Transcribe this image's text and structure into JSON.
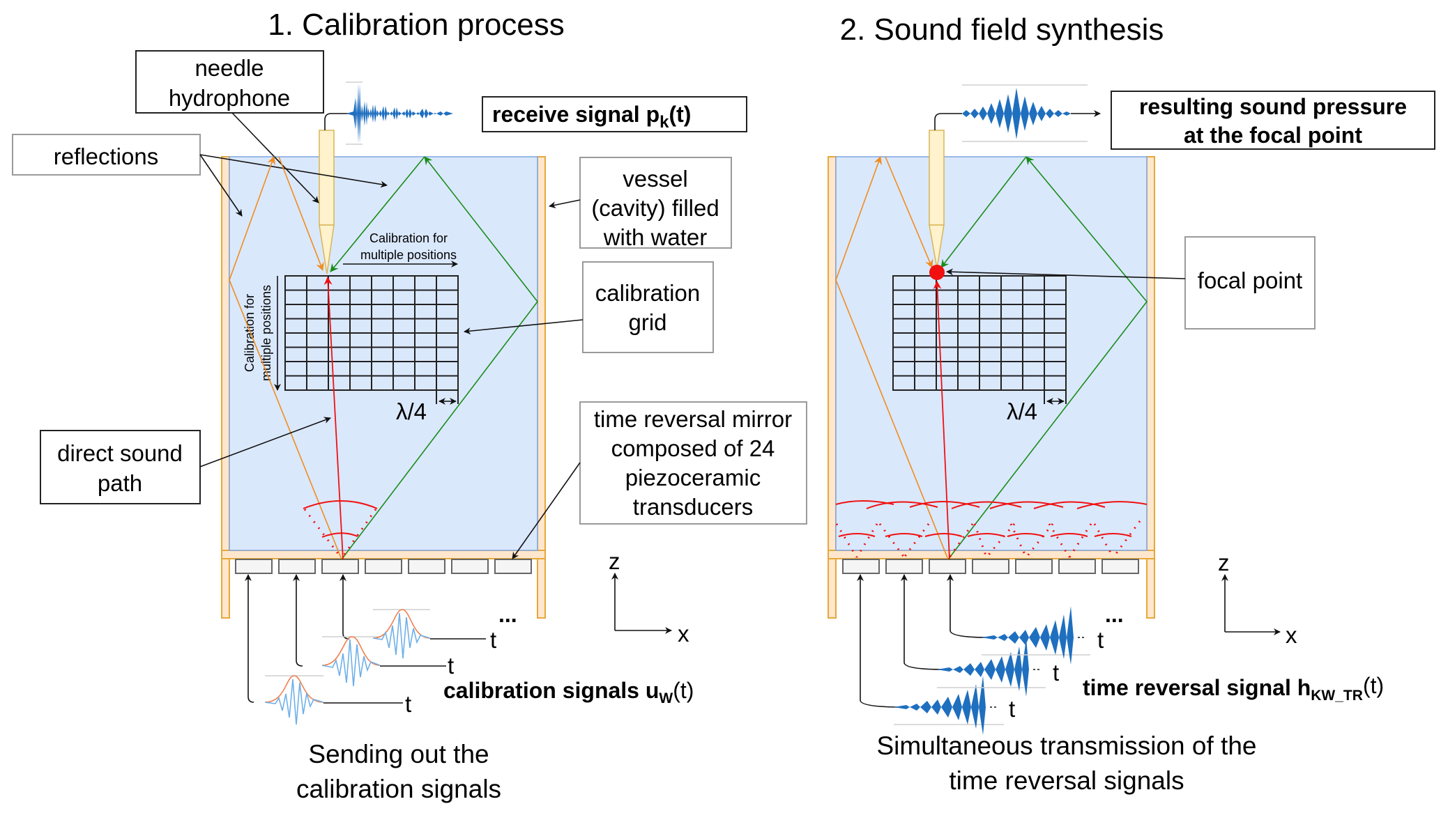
{
  "panels": [
    {
      "title": "1. Calibration process",
      "labels": {
        "needle_hydrophone": [
          "needle",
          "hydrophone"
        ],
        "receive_signal": "receive signal p",
        "receive_signal_sub": "k",
        "receive_signal_tail": "(t)",
        "reflections": "reflections",
        "vessel": [
          "vessel",
          "(cavity) filled",
          "with water"
        ],
        "calibration_grid": [
          "calibration",
          "grid"
        ],
        "direct_sound_path": [
          "direct sound",
          "path"
        ],
        "time_reversal_mirror": [
          "time reversal mirror",
          "composed of 24",
          "piezoceramic",
          "transducers"
        ],
        "grid_horizontal_note": [
          "Calibration for",
          "multiple positions"
        ],
        "grid_vertical_note": [
          "Calibration for",
          "multiple positions"
        ],
        "lambda": "λ/4",
        "signals_label": "calibration signals u",
        "signals_label_sub": "W",
        "signals_label_tail": "(t)",
        "time_axis": "t",
        "ellipsis": "...",
        "caption": [
          "Sending out the",
          "calibration signals"
        ]
      }
    },
    {
      "title": "2. Sound field synthesis",
      "labels": {
        "resulting_pressure": [
          "resulting sound pressure",
          "at the focal point"
        ],
        "focal_point": "focal point",
        "lambda": "λ/4",
        "signals_label": "time reversal signal h",
        "signals_label_sub": "KW_TR",
        "signals_label_tail": "(t)",
        "time_axis": "t",
        "ellipsis": "...",
        "caption": [
          "Simultaneous transmission of the",
          "time reversal signals"
        ]
      }
    }
  ],
  "axes": {
    "vertical": "z",
    "horizontal": "x"
  },
  "grid": {
    "columns": 8,
    "rows": 8
  },
  "transducers_visible": 7,
  "colors": {
    "water": "#dae8fc",
    "wall": "#ffe6cc",
    "needle": "#fff2cc",
    "direct_path": "#f01010",
    "reflection_orange": "#f28c1c",
    "reflection_green": "#1a8c1a",
    "signal_blue": "#1f6fbf",
    "focal_point": "#f01010"
  }
}
